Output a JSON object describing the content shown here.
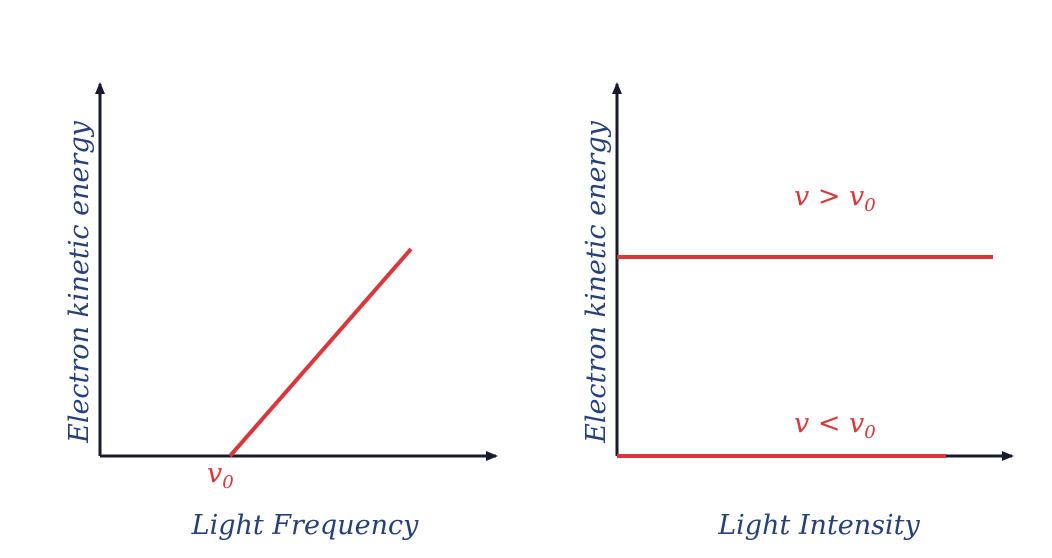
{
  "colors": {
    "axis": "#1a1a2e",
    "curve": "#d9373a",
    "label": "#26407a",
    "annotation": "#d9373a",
    "background": "#ffffff"
  },
  "left_panel": {
    "ylabel": "Electron kinetic energy",
    "xlabel": "Light Frequency",
    "threshold_label": "v",
    "threshold_sub": "0"
  },
  "right_panel": {
    "ylabel": "Electron kinetic energy",
    "xlabel": "Light Intensity",
    "upper_line_label": "v > v",
    "upper_line_sub": "0",
    "lower_line_label": "v < v",
    "lower_line_sub": "0"
  }
}
